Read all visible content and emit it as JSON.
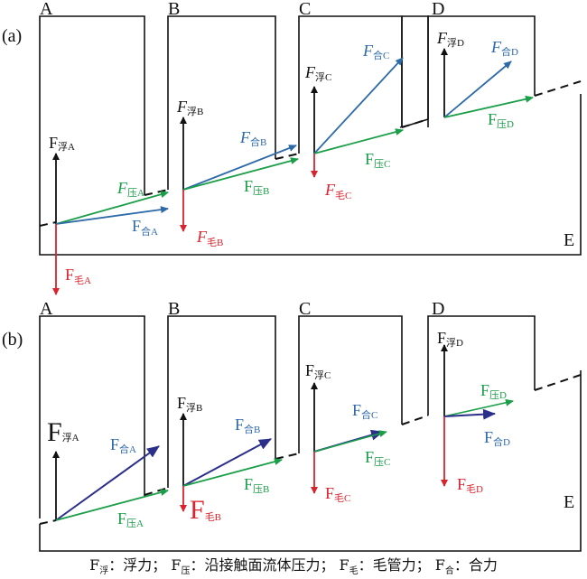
{
  "panels": {
    "a": "(a)",
    "b": "(b)"
  },
  "blocks": [
    "A",
    "B",
    "C",
    "D",
    "E"
  ],
  "colors": {
    "black": "#111111",
    "blue": "#2e6aa8",
    "green": "#1a9e48",
    "red": "#d9232e",
    "navy": "#2b2f8a"
  },
  "labels_a": {
    "fuA": {
      "main": "F",
      "sub": "浮A"
    },
    "yaA": {
      "main": "F",
      "sub": "压A"
    },
    "heA": {
      "main": "F",
      "sub": "合A"
    },
    "maoA": {
      "main": "F",
      "sub": "毛A"
    },
    "fuB": {
      "main": "F",
      "sub": "浮B"
    },
    "heB": {
      "main": "F",
      "sub": "合B"
    },
    "yaB": {
      "main": "F",
      "sub": "压B"
    },
    "maoB": {
      "main": "F",
      "sub": "毛B"
    },
    "fuC": {
      "main": "F",
      "sub": "浮C"
    },
    "heC": {
      "main": "F",
      "sub": "合C"
    },
    "yaC": {
      "main": "F",
      "sub": "压C"
    },
    "maoC": {
      "main": "F",
      "sub": "毛C"
    },
    "fuD": {
      "main": "F",
      "sub": "浮D"
    },
    "heD": {
      "main": "F",
      "sub": "合D"
    },
    "yaD": {
      "main": "F",
      "sub": "压D"
    }
  },
  "labels_b": {
    "fuA": {
      "main": "F",
      "sub": "浮A"
    },
    "heA": {
      "main": "F",
      "sub": "合A"
    },
    "yaA": {
      "main": "F",
      "sub": "压A"
    },
    "fuB": {
      "main": "F",
      "sub": "浮B"
    },
    "heB": {
      "main": "F",
      "sub": "合B"
    },
    "yaB": {
      "main": "F",
      "sub": "压B"
    },
    "maoB": {
      "main": "F",
      "sub": "毛B"
    },
    "fuC": {
      "main": "F",
      "sub": "浮C"
    },
    "heC": {
      "main": "F",
      "sub": "合C"
    },
    "yaC": {
      "main": "F",
      "sub": "压C"
    },
    "maoC": {
      "main": "F",
      "sub": "毛C"
    },
    "fuD": {
      "main": "F",
      "sub": "浮D"
    },
    "yaD": {
      "main": "F",
      "sub": "压D"
    },
    "heD": {
      "main": "F",
      "sub": "合D"
    },
    "maoD": {
      "main": "F",
      "sub": "毛D"
    }
  },
  "legend": [
    {
      "main": "F",
      "sub": "浮",
      "text": "：浮力；"
    },
    {
      "main": "F",
      "sub": "压",
      "text": "：沿接触面流体压力；"
    },
    {
      "main": "F",
      "sub": "毛",
      "text": "：毛管力；"
    },
    {
      "main": "F",
      "sub": "合",
      "text": "：合力"
    }
  ]
}
